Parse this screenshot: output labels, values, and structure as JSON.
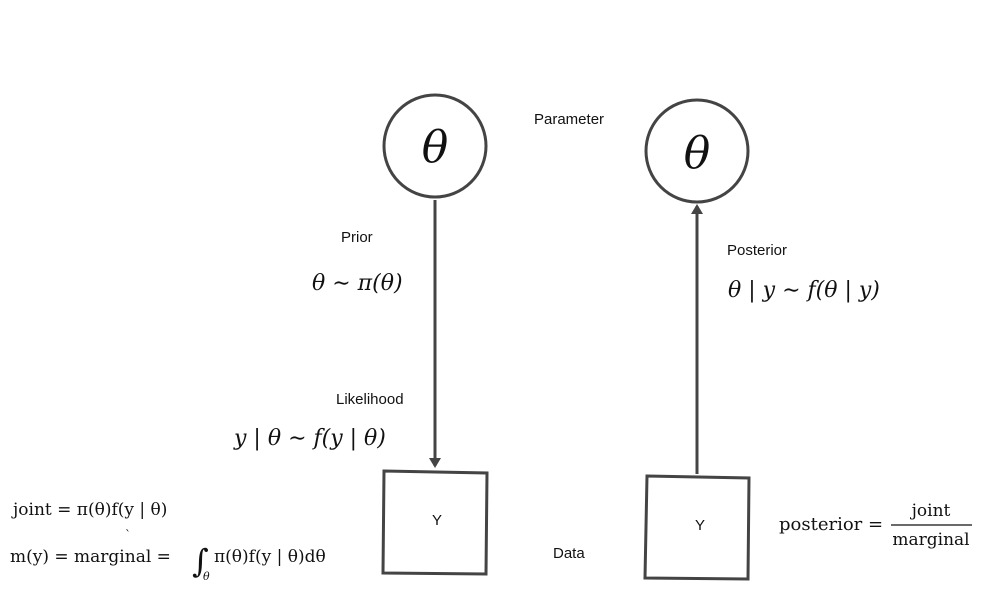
{
  "labels": {
    "parameter": "Parameter",
    "data": "Data",
    "prior": "Prior",
    "likelihood": "Likelihood",
    "posterior": "Posterior"
  },
  "nodes": {
    "theta_left": "θ",
    "theta_right": "θ",
    "y_left": "Y",
    "y_right": "Y"
  },
  "formulas": {
    "prior": "θ  ∼ π(θ)",
    "likelihood": "y | θ  ∼ f(y | θ)",
    "posterior": "θ  | y ∼ f(θ | y)",
    "joint": "joint = π(θ)f(y | θ)",
    "marginal_lhs": "m(y) = marginal =",
    "integral_sign": "∫",
    "integral_sub": "θ",
    "marginal_rhs": "π(θ)f(y | θ)dθ",
    "posterior_lhs": "posterior =",
    "posterior_num": "joint",
    "posterior_den": "marginal",
    "tick": "`"
  }
}
